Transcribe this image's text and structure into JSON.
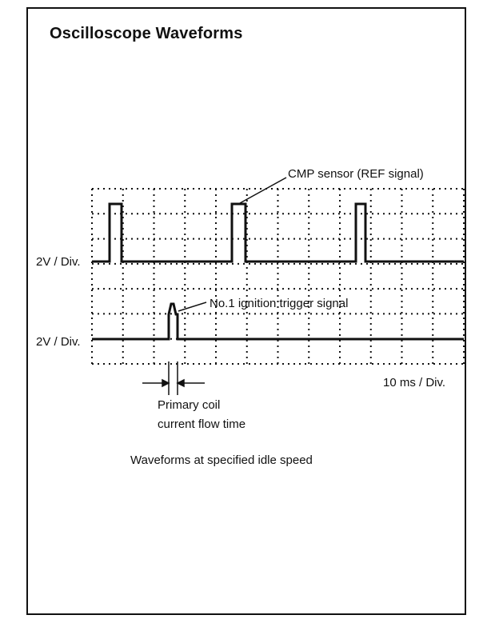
{
  "title": "Oscilloscope Waveforms",
  "channels": [
    {
      "scale": "2V / Div.",
      "signal": "CMP sensor (REF signal)"
    },
    {
      "scale": "2V / Div.",
      "signal": "No.1 ignition trigger signal"
    }
  ],
  "timebase": "10 ms / Div.",
  "dwell_label": {
    "line1": "Primary coil",
    "line2": "current flow time"
  },
  "caption": "Waveforms at specified idle speed"
}
